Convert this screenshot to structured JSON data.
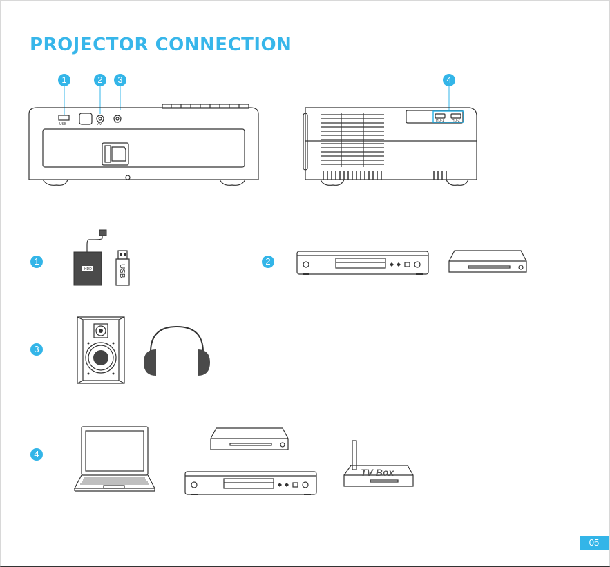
{
  "page": {
    "title": "PROJECTOR CONNECTION",
    "page_number": "05"
  },
  "ports": {
    "usb_label": "USB",
    "av_label": "AV",
    "hdmi1_label": "HD-1",
    "hdmi2_label": "HD-2"
  },
  "badges": {
    "b1": "1",
    "b2": "2",
    "b3": "3",
    "b4": "4"
  },
  "devices": {
    "hdd_label": "HDD",
    "usb_stick_label": "USB",
    "tvbox_label": "TV Box"
  },
  "colors": {
    "accent": "#33b5e8",
    "line": "#333333"
  }
}
